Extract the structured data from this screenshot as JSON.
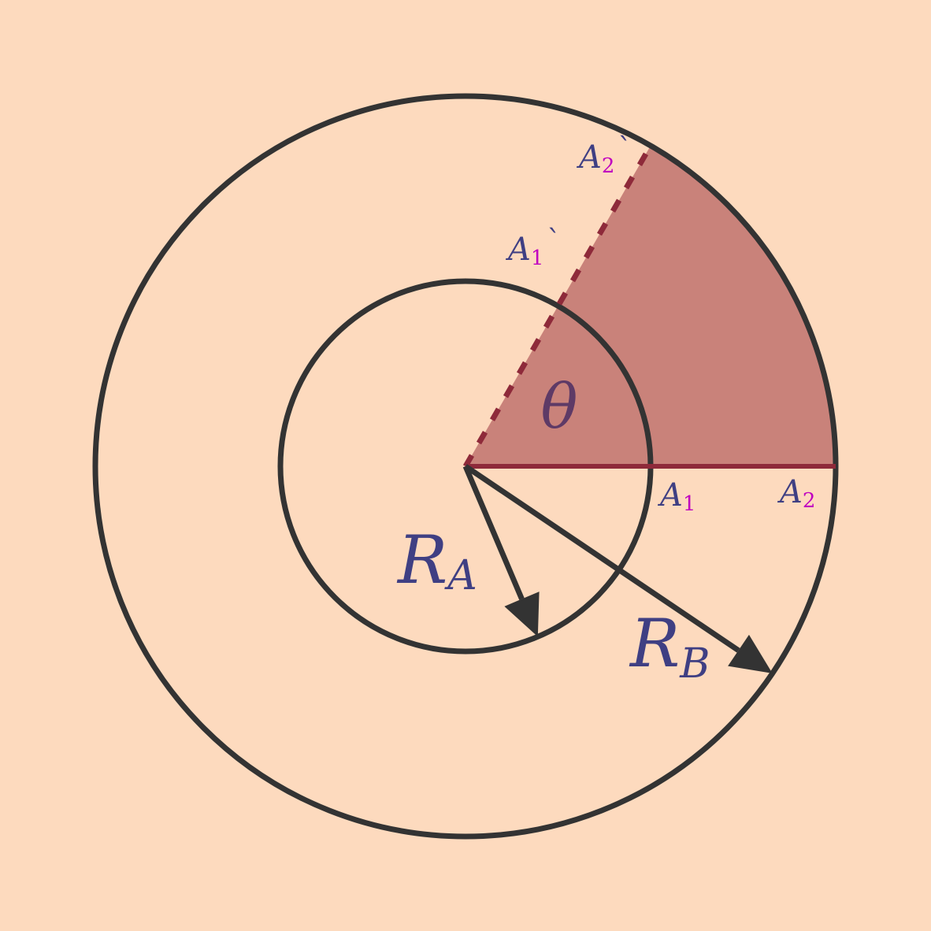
{
  "colors": {
    "background": "#fddabe",
    "stroke": "#333333",
    "sector_fill": "#c9827a",
    "sector_edge": "#8e2a3a",
    "label_main": "#3f3f83",
    "label_subscript": "#c000c0",
    "theta_label": "#5e3a66"
  },
  "diagram": {
    "angle_deg": 60,
    "ratio_inner_to_outer": 0.5,
    "labels": {
      "theta": "θ",
      "ra_main": "R",
      "ra_sub": "A",
      "rb_main": "R",
      "rb_sub": "B",
      "a1_main": "A",
      "a1_sub": "1",
      "a2_main": "A",
      "a2_sub": "2",
      "a1p_main": "A",
      "a1p_sub": "1",
      "a1p_mark": "`",
      "a2p_main": "A",
      "a2p_sub": "2",
      "a2p_mark": "`"
    }
  }
}
